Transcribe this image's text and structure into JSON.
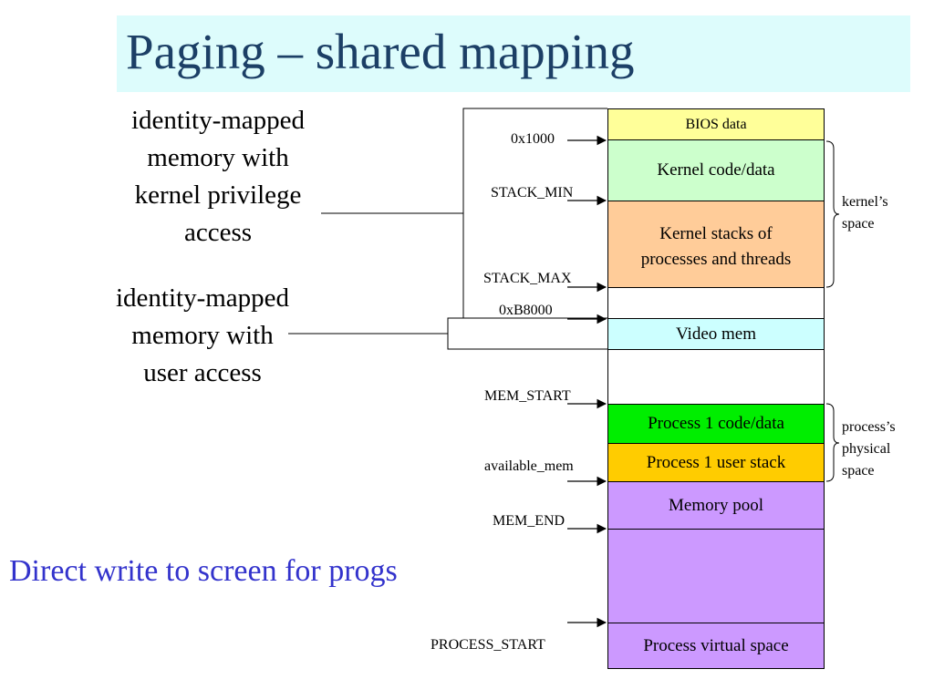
{
  "title": "Paging – shared mapping",
  "labels": {
    "kernel_access": [
      "identity-mapped",
      "memory with",
      "kernel privilege",
      "access"
    ],
    "user_access": [
      "identity-mapped",
      "memory with",
      "user access"
    ]
  },
  "note": "Direct write to screen for progs",
  "addresses": {
    "a0x1000": "0x1000",
    "stack_min": "STACK_MIN",
    "stack_max": "STACK_MAX",
    "a0xB8000": "0xB8000",
    "mem_start": "MEM_START",
    "available_mem": "available_mem",
    "mem_end": "MEM_END",
    "process_start": "PROCESS_START"
  },
  "blocks": {
    "bios": "BIOS data",
    "kernel_code": "Kernel code/data",
    "kernel_stacks": [
      "Kernel stacks of",
      "processes and threads"
    ],
    "video": "Video mem",
    "p1_code": "Process 1 code/data",
    "p1_stack": "Process 1 user stack",
    "pool": "Memory pool",
    "virtual": "Process virtual space"
  },
  "brace_labels": {
    "kernel": [
      "kernel’s",
      "space"
    ],
    "process": [
      "process’s",
      "physical",
      "space"
    ]
  },
  "colors": {
    "title_bg": "#ddfcfc",
    "title_text": "#1c3f66",
    "note_text": "#3333cc",
    "bios": "#ffff99",
    "kernel_code": "#ccffcc",
    "kernel_stacks": "#ffcc99",
    "video": "#ccffff",
    "p1_code": "#00ee00",
    "p1_stack": "#ffcc00",
    "pool": "#cc99ff"
  }
}
